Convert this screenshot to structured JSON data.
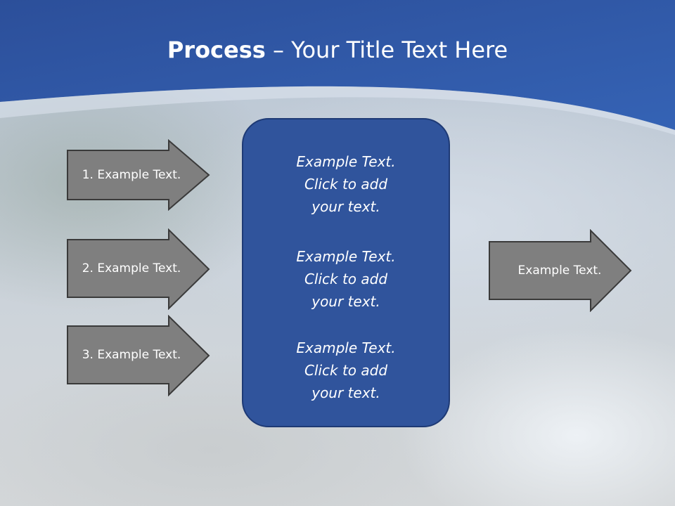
{
  "slide": {
    "title_bold": "Process",
    "title_rest": " – Your Title Text Here"
  },
  "input_arrows": [
    {
      "label": "1. Example Text."
    },
    {
      "label": "2. Example Text."
    },
    {
      "label": "3. Example Text."
    }
  ],
  "center_box": {
    "blocks": [
      {
        "lines": [
          "Example Text.",
          "Click  to add",
          "your text."
        ]
      },
      {
        "lines": [
          "Example Text.",
          "Click  to add",
          "your text."
        ]
      },
      {
        "lines": [
          "Example Text.",
          "Click  to add",
          "your text."
        ]
      }
    ]
  },
  "output_arrow": {
    "label": "Example Text."
  },
  "colors": {
    "header_blue": "#2f5aa8",
    "box_blue": "#30549c",
    "arrow_gray": "#7f7f7f"
  }
}
